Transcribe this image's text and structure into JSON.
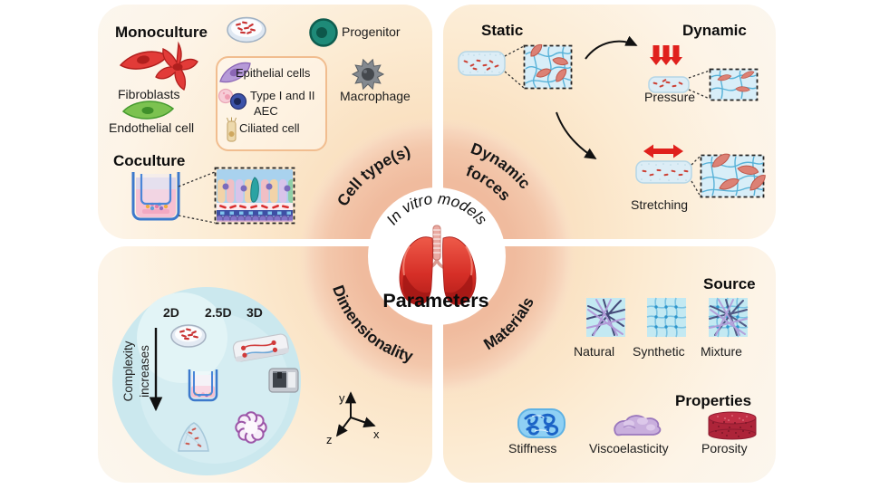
{
  "center": {
    "title": "In vitro models",
    "parameters": "Parameters"
  },
  "ring": {
    "cell_types": "Cell type(s)",
    "dynamic_line1": "Dynamic",
    "dynamic_line2": "forces",
    "dimensionality": "Dimensionality",
    "materials": "Materials"
  },
  "cell_types": {
    "monoculture": "Monoculture",
    "fibroblasts": "Fibroblasts",
    "endothelial_cell": "Endothelial cell",
    "progenitor": "Progenitor",
    "macrophage": "Macrophage",
    "epithelial_cells": "Epithelial  cells",
    "aec_line1": "Type I and II",
    "aec_line2": "AEC",
    "ciliated_cell": "Ciliated cell",
    "coculture": "Coculture"
  },
  "dynamic_forces": {
    "static": "Static",
    "dynamic": "Dynamic",
    "pressure": "Pressure",
    "stretching": "Stretching"
  },
  "dimensionality": {
    "dim_2d": "2D",
    "dim_2_5d": "2.5D",
    "dim_3d": "3D",
    "complexity_line1": "Complexity",
    "complexity_line2": "increases",
    "axis_x": "x",
    "axis_y": "y",
    "axis_z": "z"
  },
  "materials": {
    "source": "Source",
    "natural": "Natural",
    "synthetic": "Synthetic",
    "mixture": "Mixture",
    "properties": "Properties",
    "stiffness": "Stiffness",
    "viscoelasticity": "Viscoelasticity",
    "porosity": "Porosity"
  },
  "colors": {
    "ring_salmon": "#f0bb9e",
    "card_peach": "#f7d2a6",
    "card_cream": "#fbf6ee",
    "accent_red": "#e0201c",
    "lung_red": "#d62f27",
    "hydrogel_blue": "#dcedf6",
    "mesh_background": "#c3e9f2",
    "dimension_circle_blue": "#cbe8ee"
  },
  "icons": [
    "lungs-icon",
    "petri-dish-icon",
    "progenitor-cell-icon",
    "macrophage-icon",
    "fibroblast-icon",
    "endothelial-cell-icon",
    "epithelial-cell-icon",
    "aec-cells-icon",
    "ciliated-cell-icon",
    "transwell-icon",
    "coculture-inset",
    "hydrogel-slab-icon",
    "mesh-inset",
    "pressure-arrows-icon",
    "stretch-arrow-icon",
    "microfluidic-chip-icon",
    "bioprinter-icon",
    "organoid-icon",
    "hydrogel-dome-icon",
    "xyz-axes-icon",
    "fiber-mesh-icon",
    "stiffness-icon",
    "viscoelasticity-icon",
    "porosity-icon"
  ]
}
